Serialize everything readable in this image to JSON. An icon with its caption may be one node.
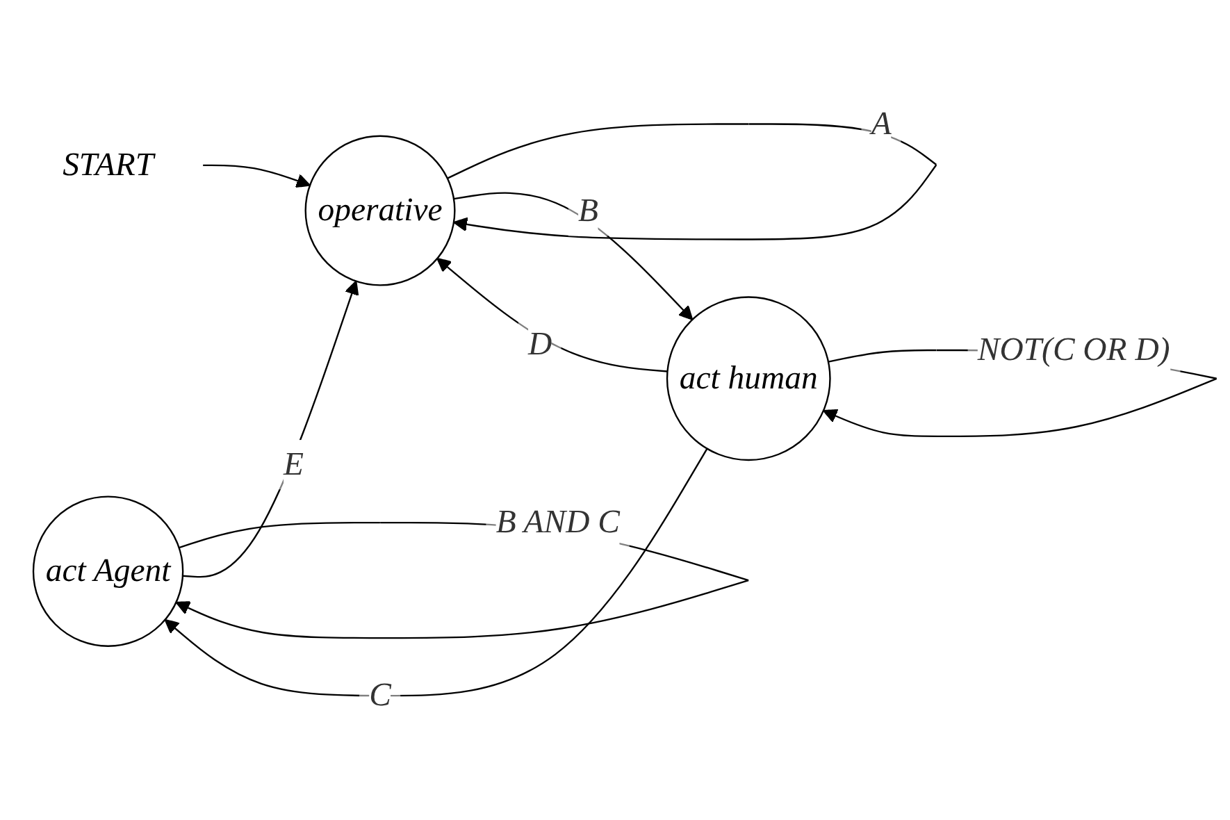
{
  "diagram": {
    "nodes": [
      {
        "text": [
          "act Agent"
        ]
      },
      {
        "text": [
          "act human"
        ]
      },
      {
        "text": [
          "START"
        ]
      },
      {
        "text": [
          "operative"
        ]
      }
    ],
    "edges": [
      {
        "from": 2,
        "to": 3,
        "arrow": "to"
      },
      {
        "from": 3,
        "to": 3,
        "arrow": "to",
        "label": "A"
      },
      {
        "from": 3,
        "to": 1,
        "arrow": "to",
        "label": "B"
      },
      {
        "from": 1,
        "to": 1,
        "arrow": "to",
        "label": "NOT(C OR D)"
      },
      {
        "from": 1,
        "to": 3,
        "arrow": "to",
        "label": "D"
      },
      {
        "from": 1,
        "to": 0,
        "arrow": "to",
        "label": "C"
      },
      {
        "from": 0,
        "to": 0,
        "arrow": "to",
        "label": "B AND C"
      },
      {
        "from": 0,
        "to": 3,
        "arrow": "to",
        "label": "E"
      }
    ]
  }
}
